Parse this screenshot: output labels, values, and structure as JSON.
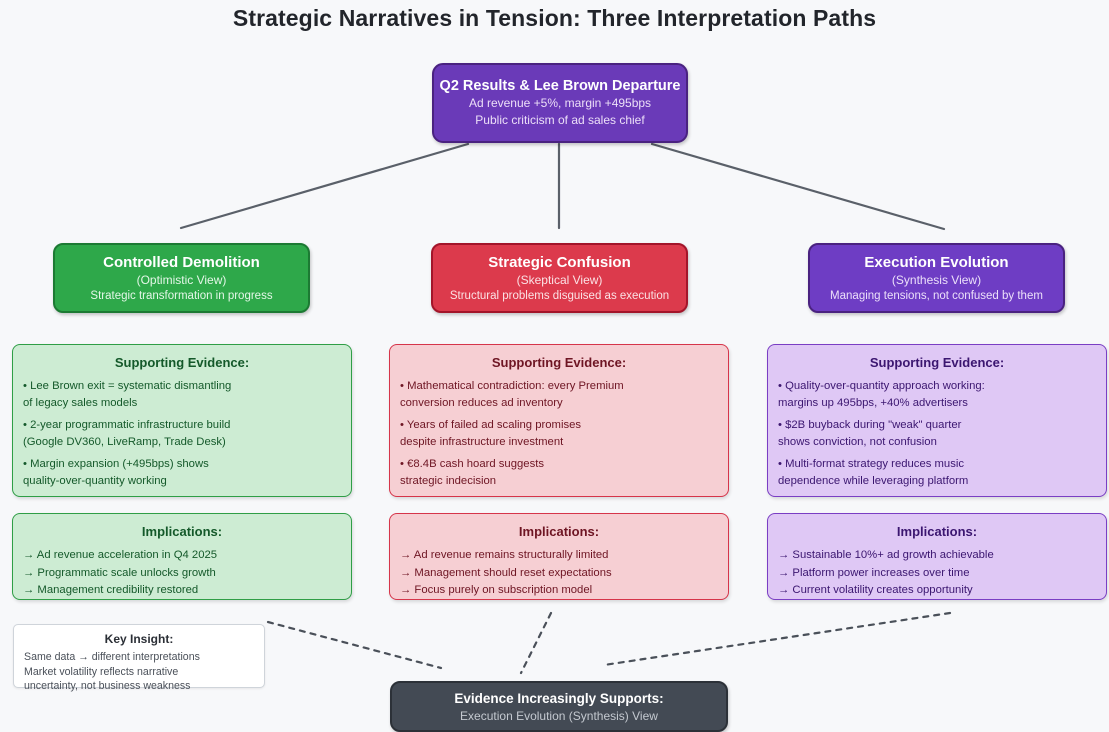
{
  "title": "Strategic Narratives in Tension: Three Interpretation Paths",
  "colors": {
    "background": "#f7f8fa",
    "root_purple": "#6a3ab8",
    "green": "#2ea84a",
    "red": "#dc3a4c",
    "purple": "#6e3dc4",
    "conclusion_dark": "#434a54",
    "connector_gray": "#5a6069",
    "title_text": "#22252b"
  },
  "root": {
    "header": "Q2 Results & Lee Brown Departure",
    "line1": "Ad revenue +5%, margin +495bps",
    "line2": "Public criticism of ad sales chief"
  },
  "branches": [
    {
      "header": "Controlled Demolition",
      "view": "(Optimistic View)",
      "tag": "Strategic transformation in progress"
    },
    {
      "header": "Strategic Confusion",
      "view": "(Skeptical View)",
      "tag": "Structural problems disguised as execution"
    },
    {
      "header": "Execution Evolution",
      "view": "(Synthesis View)",
      "tag": "Managing tensions, not confused by them"
    }
  ],
  "evidence": [
    {
      "title": "Supporting Evidence:",
      "items": [
        {
          "l1": "• Lee Brown exit = systematic dismantling",
          "l2": "of legacy sales models"
        },
        {
          "l1": "• 2-year programmatic infrastructure build",
          "l2": "(Google DV360, LiveRamp, Trade Desk)"
        },
        {
          "l1": "• Margin expansion (+495bps) shows",
          "l2": "quality-over-quantity working"
        }
      ]
    },
    {
      "title": "Supporting Evidence:",
      "items": [
        {
          "l1": "• Mathematical contradiction: every Premium",
          "l2": "conversion reduces ad inventory"
        },
        {
          "l1": "• Years of failed ad scaling promises",
          "l2": "despite infrastructure investment"
        },
        {
          "l1": "• €8.4B cash hoard suggests",
          "l2": "strategic indecision"
        }
      ]
    },
    {
      "title": "Supporting Evidence:",
      "items": [
        {
          "l1": "• Quality-over-quantity approach working:",
          "l2": "margins up 495bps, +40% advertisers"
        },
        {
          "l1": "• $2B buyback during \"weak\" quarter",
          "l2": "shows conviction, not confusion"
        },
        {
          "l1": "• Multi-format strategy reduces music",
          "l2": "dependence while leveraging platform"
        }
      ]
    }
  ],
  "implications": [
    {
      "title": "Implications:",
      "items": [
        "→ Ad revenue acceleration in Q4 2025",
        "→ Programmatic scale unlocks growth",
        "→ Management credibility restored"
      ]
    },
    {
      "title": "Implications:",
      "items": [
        "→ Ad revenue remains structurally limited",
        "→ Management should reset expectations",
        "→ Focus purely on subscription model"
      ]
    },
    {
      "title": "Implications:",
      "items": [
        "→ Sustainable 10%+ ad growth achievable",
        "→ Platform power increases over time",
        "→ Current volatility creates opportunity"
      ]
    }
  ],
  "key_insight": {
    "title": "Key Insight:",
    "line1": "Same data → different interpretations",
    "line2": "Market volatility reflects narrative",
    "line3": "uncertainty, not business weakness"
  },
  "conclusion": {
    "header": "Evidence Increasingly Supports:",
    "sub": "Execution Evolution (Synthesis) View"
  }
}
